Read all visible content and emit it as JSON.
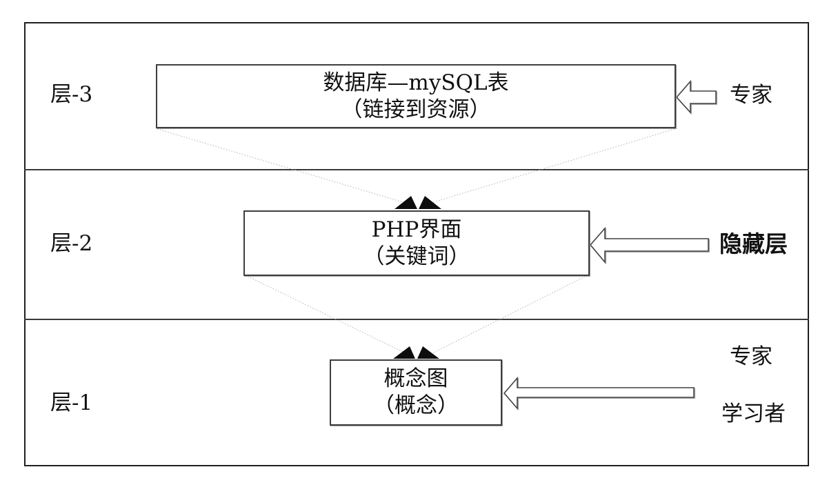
{
  "figure": {
    "title": "three-layer-architecture-diagram",
    "layers": [
      {
        "label": "层-3",
        "box_line1": "数据库—mySQL表",
        "box_line2": "（链接到资源）",
        "side_labels": [
          "专家"
        ]
      },
      {
        "label": "层-2",
        "box_line1": "PHP界面",
        "box_line2": "（关键词）",
        "side_labels": [
          "隐藏层"
        ]
      },
      {
        "label": "层-1",
        "box_line1": "概念图",
        "box_line2": "（概念）",
        "side_labels": [
          "专家",
          "学习者"
        ]
      }
    ],
    "colors": {
      "frame": "#1f1f1f",
      "box_border": "#3d3d3d",
      "dotted_line": "#b0b0b0",
      "arrowhead": "#0d0d0d",
      "background": "#ffffff",
      "text": "#111111"
    }
  }
}
